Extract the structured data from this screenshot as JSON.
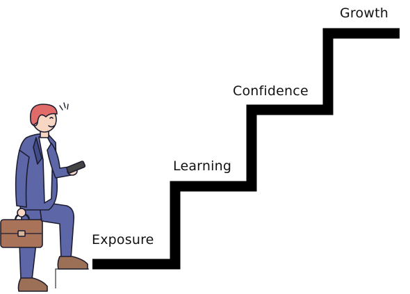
{
  "steps": [
    {
      "label": "Exposure"
    },
    {
      "label": "Learning"
    },
    {
      "label": "Confidence"
    },
    {
      "label": "Growth"
    }
  ],
  "colors": {
    "staircase": "#000000",
    "suit": "#5d67a8",
    "suit_shadow": "#434c8a",
    "hair": "#e06b68",
    "skin": "#f7d6c4",
    "briefcase": "#a9735a",
    "shoes": "#9b7057",
    "phone": "#444444",
    "outline": "#1c1c2e"
  },
  "icons": {
    "person": "businessman-climbing-icon",
    "briefcase": "briefcase-icon",
    "phone": "smartphone-icon"
  }
}
